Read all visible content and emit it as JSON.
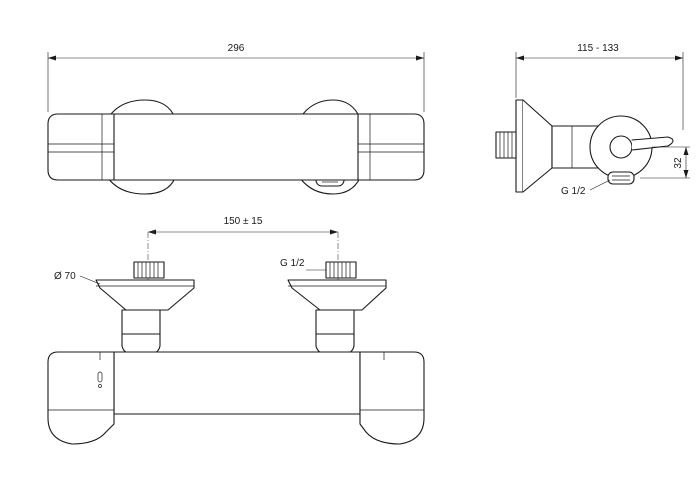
{
  "dimensions": {
    "overall_length": "296",
    "projection": "115 - 133",
    "height": "32",
    "outlet_thread": "G 1/2",
    "centers": "150 ± 15",
    "flange_diameter": "Ø 70",
    "inlet_thread": "G 1/2"
  }
}
